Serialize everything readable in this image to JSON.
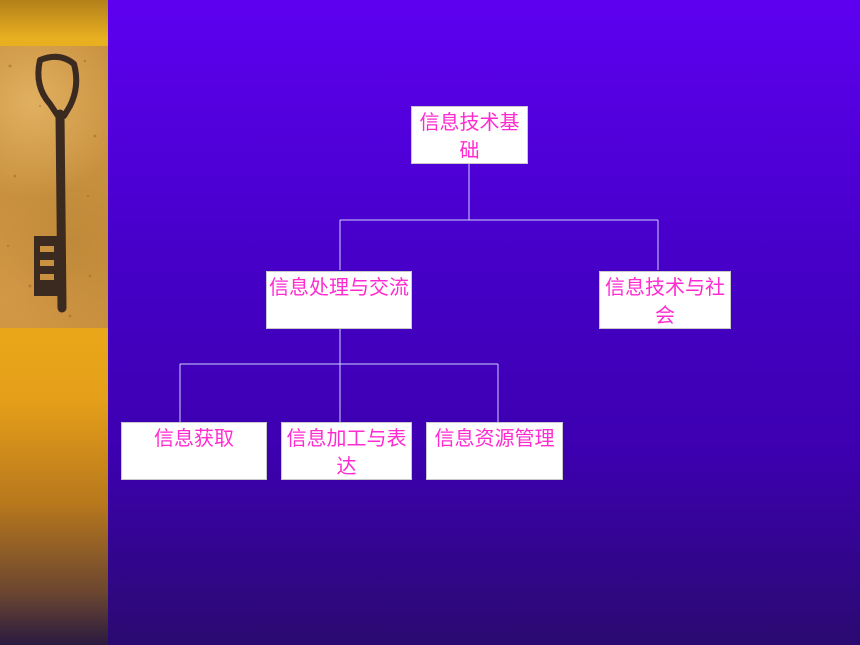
{
  "diagram": {
    "root": {
      "label": "信息技术基础"
    },
    "level1": [
      {
        "label": "信息处理与交流"
      },
      {
        "label": "信息技术与社会"
      }
    ],
    "level2": [
      {
        "label": "信息获取"
      },
      {
        "label": "信息加工与表达"
      },
      {
        "label": "信息资源管理"
      }
    ]
  },
  "colors": {
    "background": "#4a00d0",
    "node_text": "#ff2bd0",
    "node_fill": "#ffffff",
    "connector": "#d0d0ff",
    "side_strip": "#e9a818"
  },
  "icons": {
    "side_image": "key-image"
  }
}
